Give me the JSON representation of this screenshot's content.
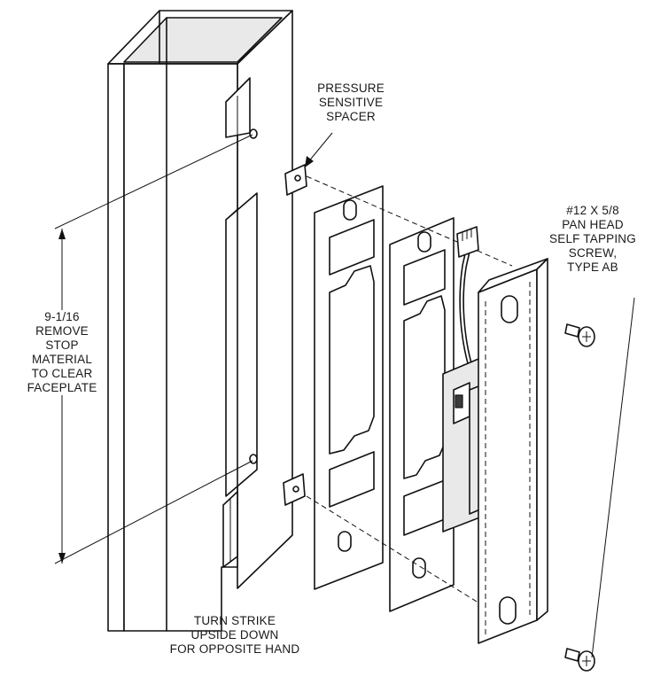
{
  "labels": {
    "spacer": [
      "PRESSURE",
      "SENSITIVE",
      "SPACER"
    ],
    "screw": [
      "#12 X 5/8",
      "PAN HEAD",
      "SELF TAPPING",
      "SCREW,",
      "TYPE AB"
    ],
    "dimension": [
      "9-1/16",
      "REMOVE",
      "STOP",
      "MATERIAL",
      "TO CLEAR",
      "FACEPLATE"
    ],
    "turn": [
      "TURN STRIKE",
      "UPSIDE DOWN",
      "FOR OPPOSITE HAND"
    ]
  },
  "icons": {
    "frame": "door-frame-box",
    "spacer": "spacer-pad-icon",
    "screw": "pan-head-screw-icon",
    "strike": "electric-strike-icon",
    "connector": "wire-connector-icon"
  },
  "colors": {
    "line": "#111111",
    "background": "#ffffff"
  }
}
